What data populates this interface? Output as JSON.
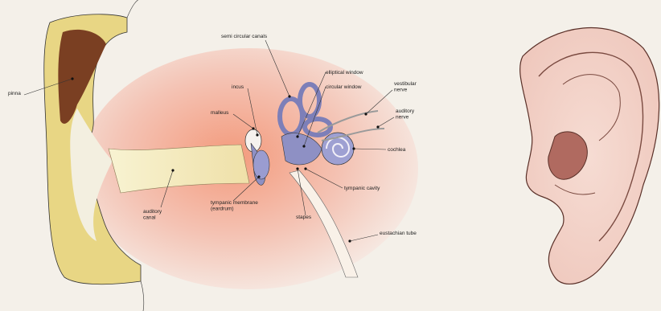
{
  "diagram": {
    "labels": {
      "pinna": "pinna",
      "semicircular_canals": "semi circular canals",
      "elliptical_window": "elliptical window",
      "circular_window": "circular window",
      "incus": "incus",
      "vestibular_nerve": "vestibular\nnerve",
      "malleus": "malleus",
      "auditory_nerve": "auditory\nnerve",
      "cochlea": "cochlea",
      "tympanic_cavity": "tympanic cavity",
      "auditory_canal": "auditory\ncanal",
      "tympanic_membrane": "tympanic membrane\n(eardrum)",
      "stapes": "stapes",
      "eustachian_tube": "eustachian tube"
    }
  },
  "colors": {
    "background": "#f4f0e9",
    "pinna_cartilage": "#e8d684",
    "pinna_inner": "#7a3f22",
    "head_glow": "#f0a08a",
    "ossicles": "#8e90c4",
    "outer_ear_pink": "#f3d6cf"
  }
}
